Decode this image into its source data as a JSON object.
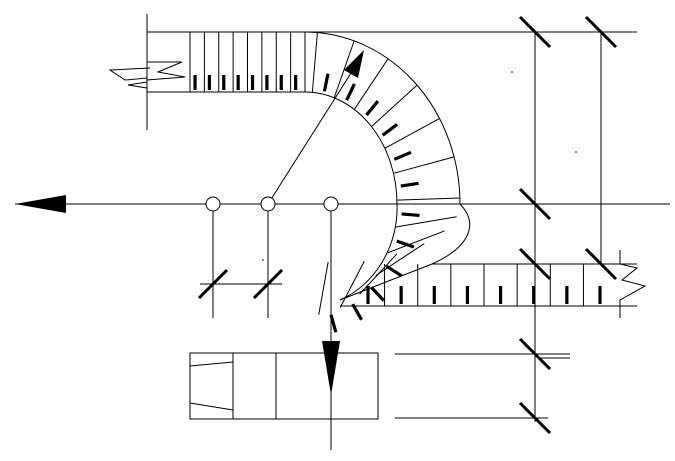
{
  "diagram": {
    "kind": "stair-plan-drawing",
    "colors": {
      "background": "#ffffff",
      "line": "#000000"
    },
    "labels": [],
    "upper_flight_treads": 9,
    "curved_flight_treads": 12,
    "lower_flight_treads": 8,
    "detail_box_columns": 3
  }
}
